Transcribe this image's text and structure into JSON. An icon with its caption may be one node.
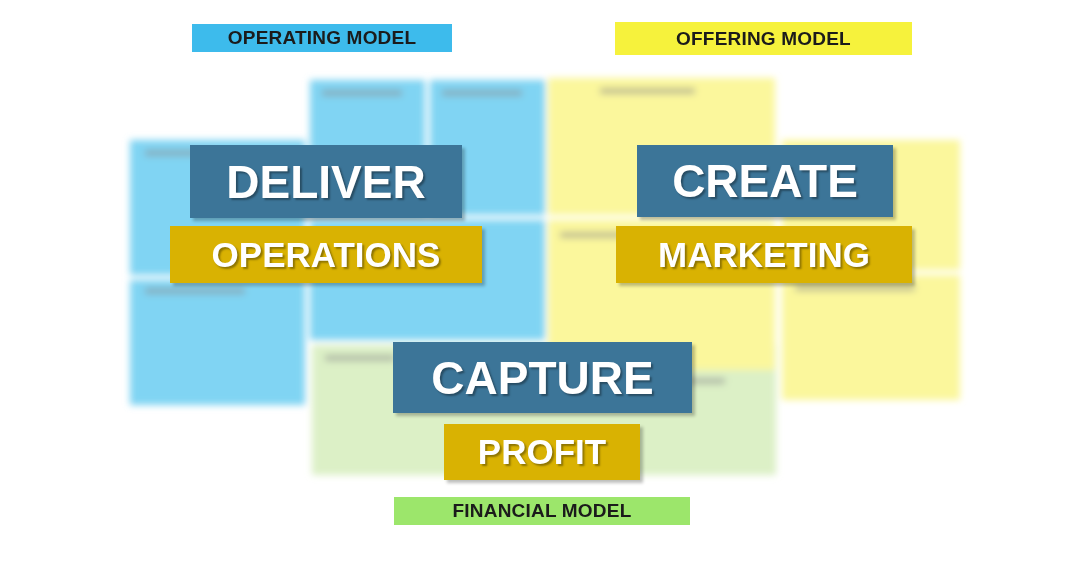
{
  "diagram": {
    "nodes": [
      {
        "text": [
          "OPERATING MODEL"
        ]
      },
      {
        "text": [
          "OFFERING MODEL"
        ]
      },
      {
        "text": [
          "DELIVER"
        ]
      },
      {
        "text": [
          "OPERATIONS"
        ]
      },
      {
        "text": [
          "CREATE"
        ]
      },
      {
        "text": [
          "MARKETING"
        ]
      },
      {
        "text": [
          "CAPTURE"
        ]
      },
      {
        "text": [
          "PROFIT"
        ]
      },
      {
        "text": [
          "FINANCIAL MODEL"
        ]
      }
    ]
  }
}
